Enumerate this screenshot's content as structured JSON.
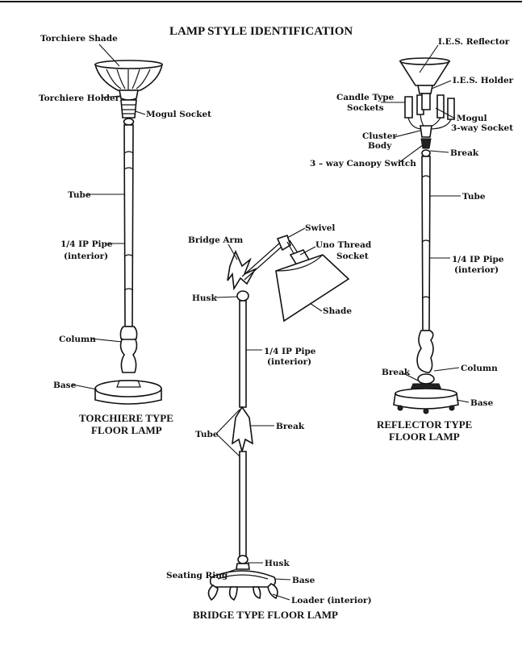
{
  "title": "LAMP STYLE IDENTIFICATION",
  "captions": {
    "torchiere_line1": "TORCHIERE TYPE",
    "torchiere_line2": "FLOOR LAMP",
    "bridge": "BRIDGE TYPE FLOOR LAMP",
    "reflector_line1": "REFLECTOR TYPE",
    "reflector_line2": "FLOOR LAMP"
  },
  "torchiere_labels": {
    "shade": "Torchiere Shade",
    "holder": "Torchiere Holder",
    "mogul_socket": "Mogul Socket",
    "tube": "Tube",
    "pipe_line1": "1/4 IP Pipe",
    "pipe_line2": "(interior)",
    "column": "Column",
    "base": "Base"
  },
  "bridge_labels": {
    "swivel": "Swivel",
    "bridge_arm": "Bridge Arm",
    "uno_line1": "Uno Thread",
    "uno_line2": "Socket",
    "husk_top": "Husk",
    "shade": "Shade",
    "pipe_line1": "1/4 IP Pipe",
    "pipe_line2": "(interior)",
    "tube": "Tube",
    "break": "Break",
    "husk_bottom": "Husk",
    "seating_ring": "Seating Ring",
    "base": "Base",
    "loader": "Loader (interior)"
  },
  "reflector_labels": {
    "reflector": "I.E.S. Reflector",
    "holder": "I.E.S. Holder",
    "candle_line1": "Candle Type",
    "candle_line2": "Sockets",
    "mogul": "Mogul",
    "threeway_socket": "3-way Socket",
    "cluster_line1": "Cluster",
    "cluster_line2": "Body",
    "break_top": "Break",
    "canopy_switch": "3 – way Canopy Switch",
    "tube": "Tube",
    "pipe_line1": "1/4 IP Pipe",
    "pipe_line2": "(interior)",
    "break_bottom": "Break",
    "column": "Column",
    "base": "Base"
  }
}
